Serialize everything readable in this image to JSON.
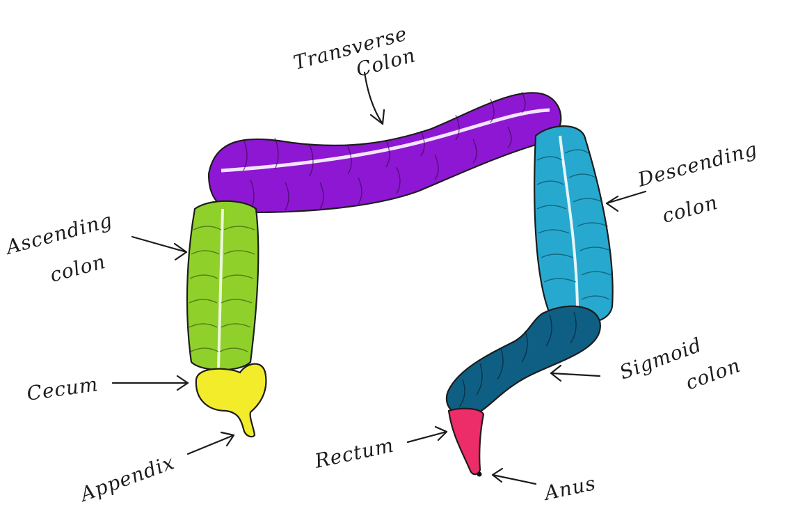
{
  "diagram": {
    "labels": {
      "transverse_colon": [
        "Transverse",
        "Colon"
      ],
      "descending_colon": [
        "Descending",
        "colon"
      ],
      "ascending_colon": [
        "Ascending",
        "colon"
      ],
      "cecum": "Cecum",
      "appendix": "Appendix",
      "sigmoid_colon": [
        "Sigmoid",
        "colon"
      ],
      "rectum": "Rectum",
      "anus": "Anus"
    },
    "colors": {
      "transverse": "#8e17d3",
      "ascending": "#8fd12a",
      "cecum": "#f3ec2b",
      "descending": "#27a9cf",
      "sigmoid": "#0f5f84",
      "rectum": "#ec2d6a",
      "outline": "#1c1c1c"
    }
  }
}
